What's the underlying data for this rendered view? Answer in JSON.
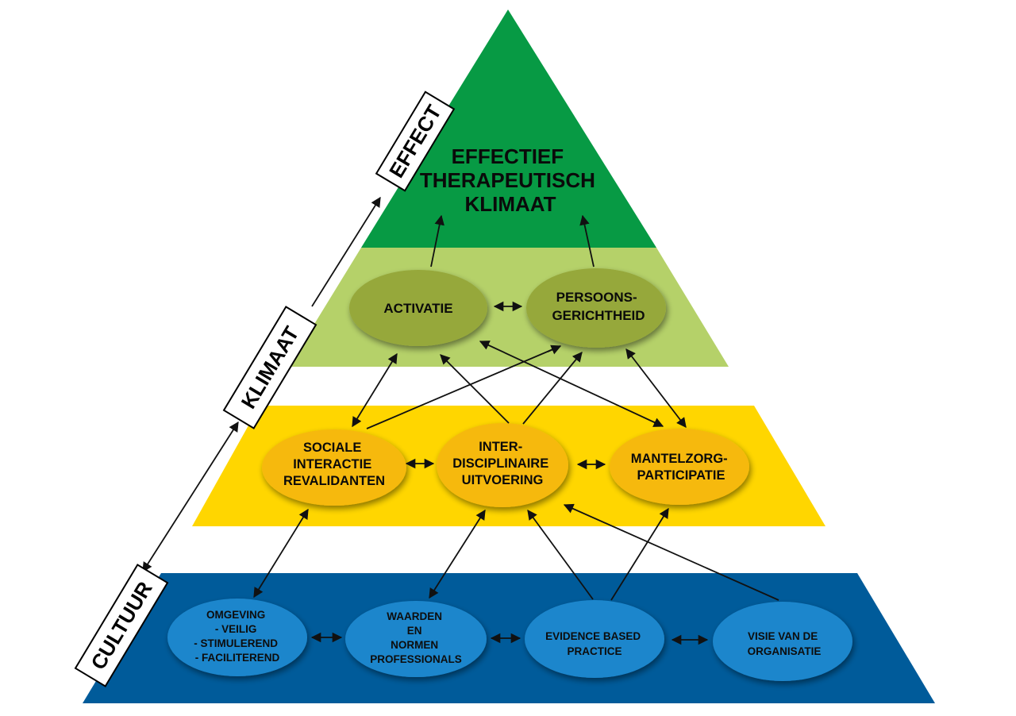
{
  "colors": {
    "top_green": "#079A44",
    "climate_green": "#B5D169",
    "climate_ellipse": "#96A83A",
    "yellow_band": "#FFD600",
    "yellow_ellipse": "#F6B90A",
    "blue_band": "#005B9A",
    "blue_ellipse": "#1E86CC"
  },
  "pyramid": {
    "top": {
      "lines": [
        "EFFECTIEF",
        "THERAPEUTISCH",
        "KLIMAAT"
      ]
    },
    "climate": [
      {
        "lines": [
          "ACTIVATIE"
        ]
      },
      {
        "lines": [
          "PERSOONS-",
          "GERICHTHEID"
        ]
      }
    ],
    "middle": [
      {
        "lines": [
          "SOCIALE",
          "INTERACTIE",
          "REVALIDANTEN"
        ]
      },
      {
        "lines": [
          "INTER-",
          "DISCIPLINAIRE",
          "UITVOERING"
        ]
      },
      {
        "lines": [
          "MANTELZORG-",
          "PARTICIPATIE"
        ]
      }
    ],
    "bottom": [
      {
        "lines": [
          "OMGEVING",
          "- VEILIG",
          "- STIMULEREND",
          "- FACILITEREND"
        ]
      },
      {
        "lines": [
          "WAARDEN",
          "EN",
          "NORMEN",
          "PROFESSIONALS"
        ]
      },
      {
        "lines": [
          "EVIDENCE BASED",
          "PRACTICE"
        ]
      },
      {
        "lines": [
          "VISIE VAN DE",
          "ORGANISATIE"
        ]
      }
    ]
  },
  "side_labels": {
    "effect": "EFFECT",
    "klimaat": "KLIMAAT",
    "cultuur": "CULTUUR"
  }
}
